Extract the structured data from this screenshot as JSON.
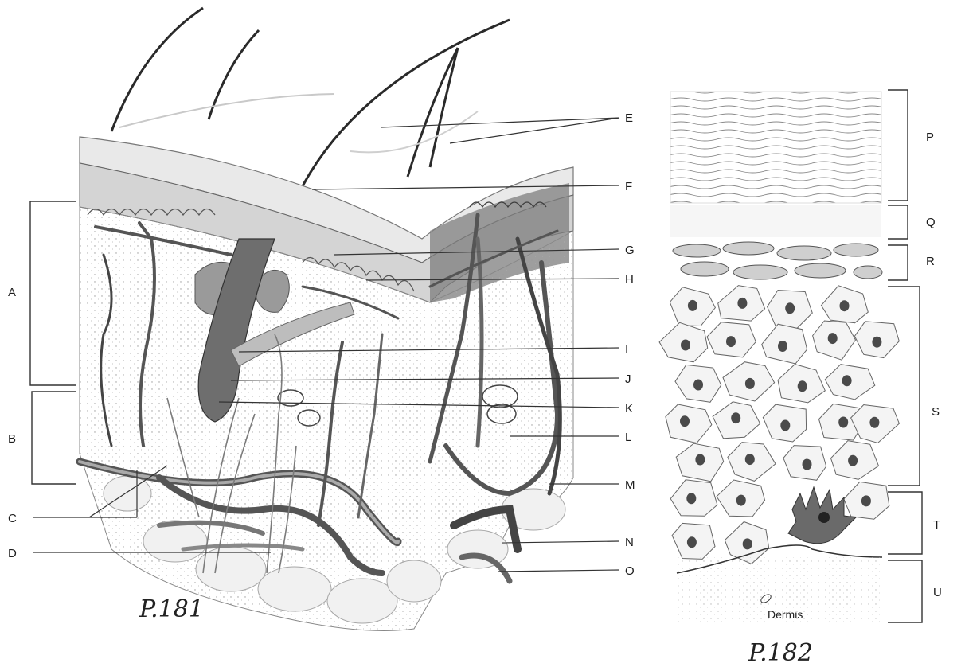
{
  "left_figure": {
    "page_note": "P.181",
    "left_labels": [
      "A",
      "B",
      "C",
      "D"
    ],
    "right_labels": [
      "E",
      "F",
      "G",
      "H",
      "I",
      "J",
      "K",
      "L",
      "M",
      "N",
      "O"
    ]
  },
  "right_figure": {
    "page_note": "P.182",
    "inset_text": "Dermis",
    "right_labels": [
      "P",
      "Q",
      "R",
      "S",
      "T",
      "U"
    ]
  }
}
